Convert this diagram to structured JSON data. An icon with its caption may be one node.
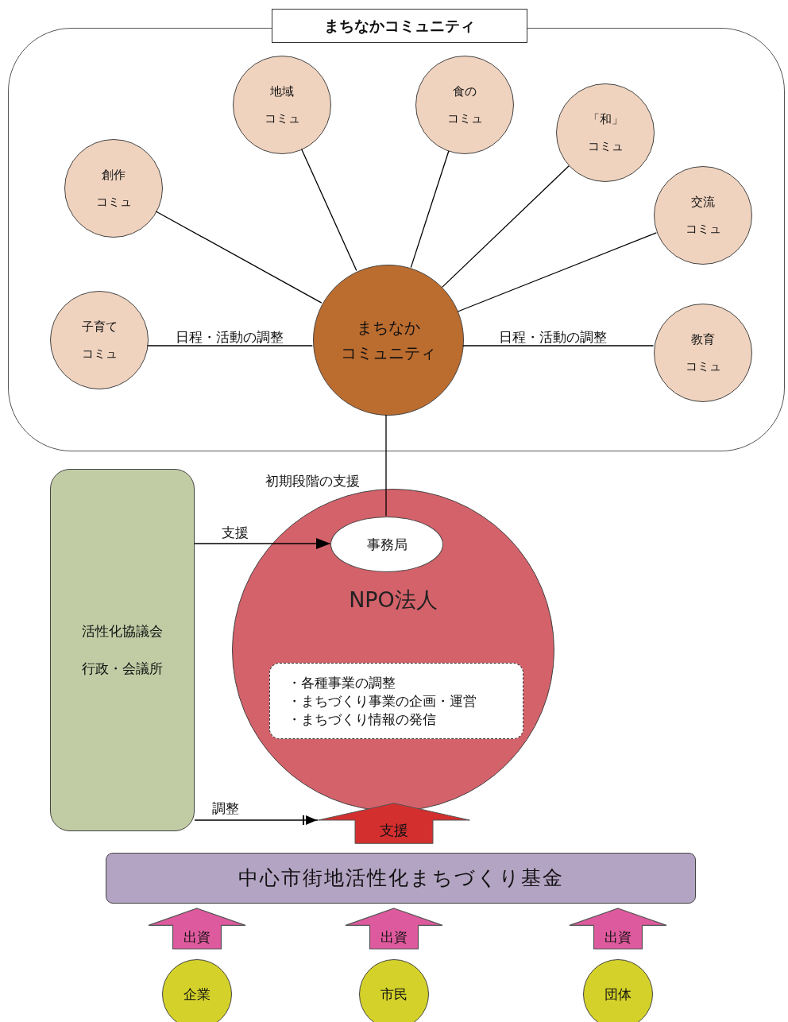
{
  "diagram": {
    "nodes": [
      {
        "text": [
          "まちなかコミュニティ"
        ]
      },
      {
        "text": [
          "創作",
          "コミュ"
        ],
        "in": 0
      },
      {
        "text": [
          "地域",
          "コミュ"
        ],
        "in": 0
      },
      {
        "text": [
          "食の",
          "コミュ"
        ],
        "in": 0
      },
      {
        "text": [
          "「和」",
          "コミュ"
        ],
        "in": 0
      },
      {
        "text": [
          "交流",
          "コミュ"
        ],
        "in": 0
      },
      {
        "text": [
          "子育て",
          "コミュ"
        ],
        "in": 0
      },
      {
        "text": [
          "まちなか",
          "コミュニティ"
        ],
        "in": 0
      },
      {
        "text": [
          "教育",
          "コミュ"
        ],
        "in": 0
      },
      {
        "text": [
          "活性化協議会",
          "行政・会議所"
        ]
      },
      {
        "text": [
          "NPO法人"
        ]
      },
      {
        "text": [
          "事務局"
        ],
        "in": 10
      },
      {
        "text": [
          "・各種事業の調整",
          "・まちづくり事業の企画・運営",
          "・まちづくり情報の発信"
        ],
        "in": 10
      },
      {
        "text": [
          "支援"
        ]
      },
      {
        "text": [
          "中心市街地活性化まちづくり基金"
        ]
      },
      {
        "text": [
          "企業"
        ]
      },
      {
        "text": [
          "市民"
        ]
      },
      {
        "text": [
          "団体"
        ]
      }
    ],
    "edges": [
      {
        "from": 7,
        "to": 1,
        "arrow": "none"
      },
      {
        "from": 7,
        "to": 2,
        "arrow": "none"
      },
      {
        "from": 7,
        "to": 3,
        "arrow": "none"
      },
      {
        "from": 7,
        "to": 4,
        "arrow": "none"
      },
      {
        "from": 7,
        "to": 5,
        "arrow": "none"
      },
      {
        "from": 6,
        "to": 7,
        "arrow": "none",
        "label": "日程・活動の調整"
      },
      {
        "from": 7,
        "to": 8,
        "arrow": "none",
        "label": "日程・活動の調整"
      },
      {
        "from": 7,
        "to": 11,
        "arrow": "none",
        "label": "初期段階の支援"
      },
      {
        "from": 9,
        "to": 11,
        "arrow": "to",
        "label": "支援"
      },
      {
        "from": 9,
        "to": 13,
        "arrow": "to",
        "label": "調整"
      },
      {
        "from": 15,
        "to": 14,
        "arrow": "to",
        "label": "出資",
        "style": "thick",
        "color": "#de5a9e"
      },
      {
        "from": 16,
        "to": 14,
        "arrow": "to",
        "label": "出資",
        "style": "thick",
        "color": "#de5a9e"
      },
      {
        "from": 17,
        "to": 14,
        "arrow": "to",
        "label": "出資",
        "style": "thick",
        "color": "#de5a9e"
      }
    ]
  }
}
